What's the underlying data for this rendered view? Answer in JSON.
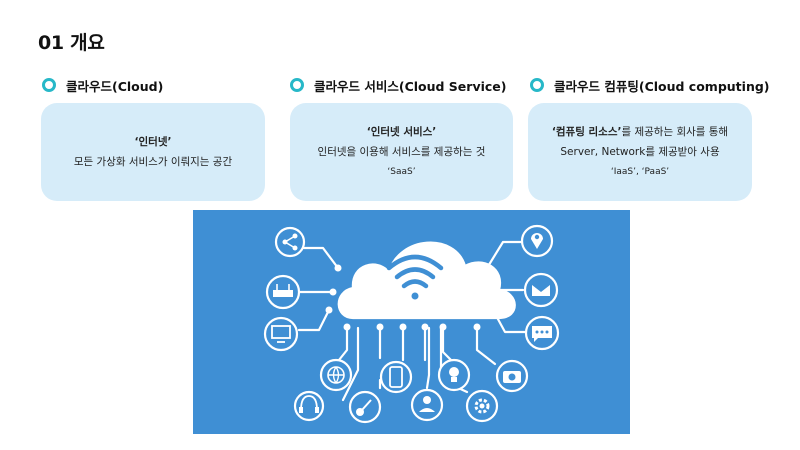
{
  "page": {
    "title": "01 개요"
  },
  "sections": [
    {
      "heading": "클라우드(Cloud)",
      "highlight": "‘인터넷’",
      "line": "모든 가상화 서비스가 이뤄지는 공간"
    },
    {
      "heading": "클라우드 서비스(Cloud Service)",
      "highlight": "‘인터넷 서비스’",
      "line": "인터넷을 이용해 서비스를 제공하는 것",
      "note": "‘SaaS’"
    },
    {
      "heading": "클라우드 컴퓨팅(Cloud computing)",
      "highlight": "‘컴퓨팅 리소스’",
      "line_suffix": "를 제공하는 회사를 통해",
      "line2": "Server, Network를 제공받아 사용",
      "note": "‘IaaS’, ‘PaaS’"
    }
  ],
  "figure": {
    "colors": {
      "background": "#3f8fd4",
      "foreground": "#ffffff"
    },
    "icons": [
      "share-icon",
      "router-icon",
      "monitor-icon",
      "location-pin-icon",
      "mail-icon",
      "chat-icon",
      "globe-icon",
      "headphones-icon",
      "guitar-icon",
      "smartphone-icon",
      "user-icon",
      "lightbulb-icon",
      "gear-icon",
      "camera-icon",
      "wifi-icon"
    ]
  }
}
